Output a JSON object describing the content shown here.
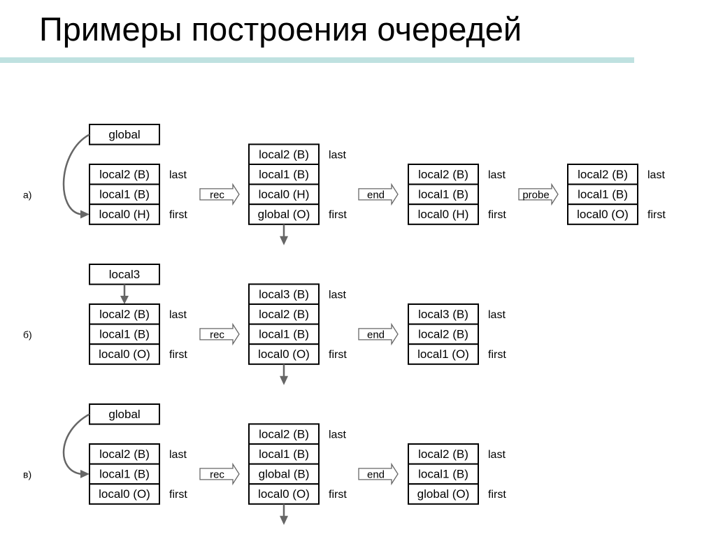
{
  "title": "Примеры построения очередей",
  "rows": [
    {
      "label": "а)",
      "input": "global",
      "input_link": "curve",
      "stacks": [
        {
          "cells": [
            "local2 (B)",
            "local1 (B)",
            "local0 (H)"
          ],
          "last": "last",
          "first": "first"
        },
        {
          "cells": [
            "local2 (B)",
            "local1 (B)",
            "local0 (H)",
            "global (O)"
          ],
          "last": "last",
          "first": "first",
          "down_arrow": true
        },
        {
          "cells": [
            "local2 (B)",
            "local1 (B)",
            "local0 (H)"
          ],
          "last": "last",
          "first": "first"
        },
        {
          "cells": [
            "local2 (B)",
            "local1 (B)",
            "local0 (O)"
          ],
          "last": "last",
          "first": "first"
        }
      ],
      "ops": [
        "rec",
        "end",
        "probe"
      ]
    },
    {
      "label": "б)",
      "input": "local3",
      "input_link": "straight",
      "stacks": [
        {
          "cells": [
            "local2 (B)",
            "local1 (B)",
            "local0 (O)"
          ],
          "last": "last",
          "first": "first"
        },
        {
          "cells": [
            "local3 (B)",
            "local2 (B)",
            "local1 (B)",
            "local0 (O)"
          ],
          "last": "last",
          "first": "first",
          "down_arrow": true
        },
        {
          "cells": [
            "local3 (B)",
            "local2 (B)",
            "local1 (O)"
          ],
          "last": "last",
          "first": "first"
        }
      ],
      "ops": [
        "rec",
        "end"
      ]
    },
    {
      "label": "в)",
      "input": "global",
      "input_link": "curve",
      "stacks": [
        {
          "cells": [
            "local2 (B)",
            "local1 (B)",
            "local0 (O)"
          ],
          "last": "last",
          "first": "first"
        },
        {
          "cells": [
            "local2 (B)",
            "local1 (B)",
            "global (B)",
            "local0 (O)"
          ],
          "last": "last",
          "first": "first",
          "down_arrow": true
        },
        {
          "cells": [
            "local2 (B)",
            "local1 (B)",
            "global (O)"
          ],
          "last": "last",
          "first": "first"
        }
      ],
      "ops": [
        "rec",
        "end"
      ]
    }
  ]
}
